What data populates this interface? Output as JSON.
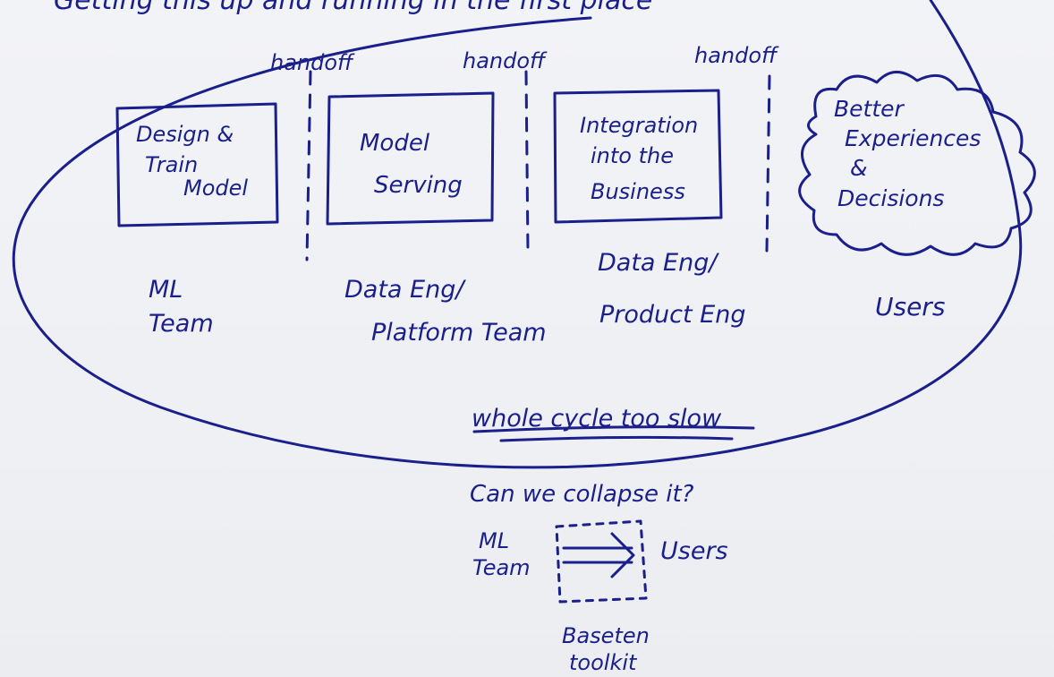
{
  "ink_color": "#1a1f8c",
  "paper_color": "#eff1f5",
  "top_text": "Getting this up and running in the first place",
  "handoffs": [
    "handoff",
    "handoff",
    "handoff"
  ],
  "stages": [
    {
      "lines": [
        "Design &",
        "Train",
        "Model"
      ]
    },
    {
      "lines": [
        "Model",
        "Serving"
      ]
    },
    {
      "lines": [
        "Integration",
        "into the",
        "Business"
      ]
    }
  ],
  "outcome": {
    "lines": [
      "Better",
      "Experiences",
      "&",
      "Decisions"
    ]
  },
  "owners": [
    {
      "lines": [
        "ML",
        "Team"
      ]
    },
    {
      "lines": [
        "Data Eng/",
        "Platform Team"
      ]
    },
    {
      "lines": [
        "Data Eng/",
        "Product Eng"
      ]
    },
    {
      "lines": [
        "Users"
      ]
    }
  ],
  "problem_note": "whole cycle too slow",
  "question": "Can we collapse it?",
  "collapsed": {
    "from_lines": [
      "ML",
      "Team"
    ],
    "to": "Users",
    "tool_lines": [
      "Baseten",
      "toolkit"
    ]
  }
}
